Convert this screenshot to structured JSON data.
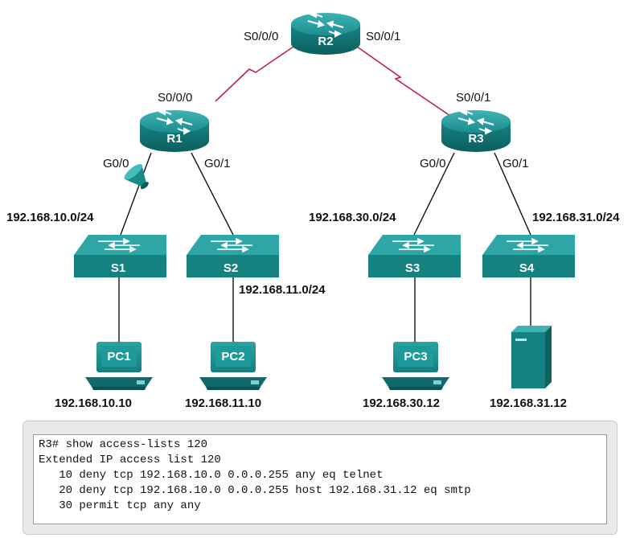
{
  "routers": {
    "r1": {
      "name": "R1"
    },
    "r2": {
      "name": "R2"
    },
    "r3": {
      "name": "R3"
    }
  },
  "switches": {
    "s1": {
      "name": "S1"
    },
    "s2": {
      "name": "S2"
    },
    "s3": {
      "name": "S3"
    },
    "s4": {
      "name": "S4"
    }
  },
  "pcs": {
    "pc1": {
      "name": "PC1",
      "ip": "192.168.10.10"
    },
    "pc2": {
      "name": "PC2",
      "ip": "192.168.11.10"
    },
    "pc3": {
      "name": "PC3",
      "ip": "192.168.30.12"
    }
  },
  "server": {
    "ip": "192.168.31.12"
  },
  "interfaces": {
    "r2_left": "S0/0/0",
    "r2_right": "S0/0/1",
    "r1_serial": "S0/0/0",
    "r3_serial": "S0/0/1",
    "r1_g00": "G0/0",
    "r1_g01": "G0/1",
    "r3_g00": "G0/0",
    "r3_g01": "G0/1"
  },
  "networks": {
    "n10": "192.168.10.0/24",
    "n11": "192.168.11.0/24",
    "n30": "192.168.30.0/24",
    "n31": "192.168.31.0/24"
  },
  "colors": {
    "device_teal": "#178a8a",
    "device_dark": "#0f6b6b",
    "serial_link": "#c0204a",
    "cable": "#111111"
  },
  "cli": {
    "lines": [
      "R3# show access-lists 120",
      "Extended IP access list 120",
      "   10 deny tcp 192.168.10.0 0.0.0.255 any eq telnet",
      "   20 deny tcp 192.168.10.0 0.0.0.255 host 192.168.31.12 eq smtp",
      "   30 permit tcp any any"
    ]
  }
}
